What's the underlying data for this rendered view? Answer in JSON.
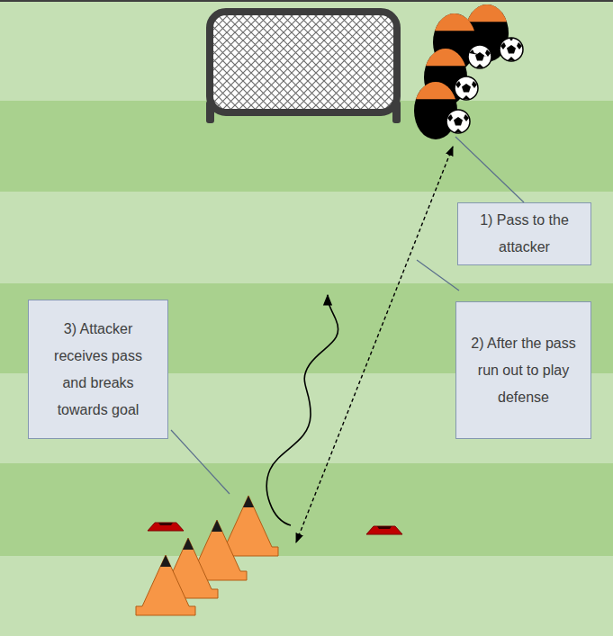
{
  "diagram": {
    "nodes": [
      {
        "text": [
          "1) Pass to the attacker"
        ]
      },
      {
        "text": [
          "2) After the pass run out to play defense"
        ]
      },
      {
        "text": [
          "3) Attacker receives pass and breaks towards goal"
        ]
      }
    ]
  }
}
